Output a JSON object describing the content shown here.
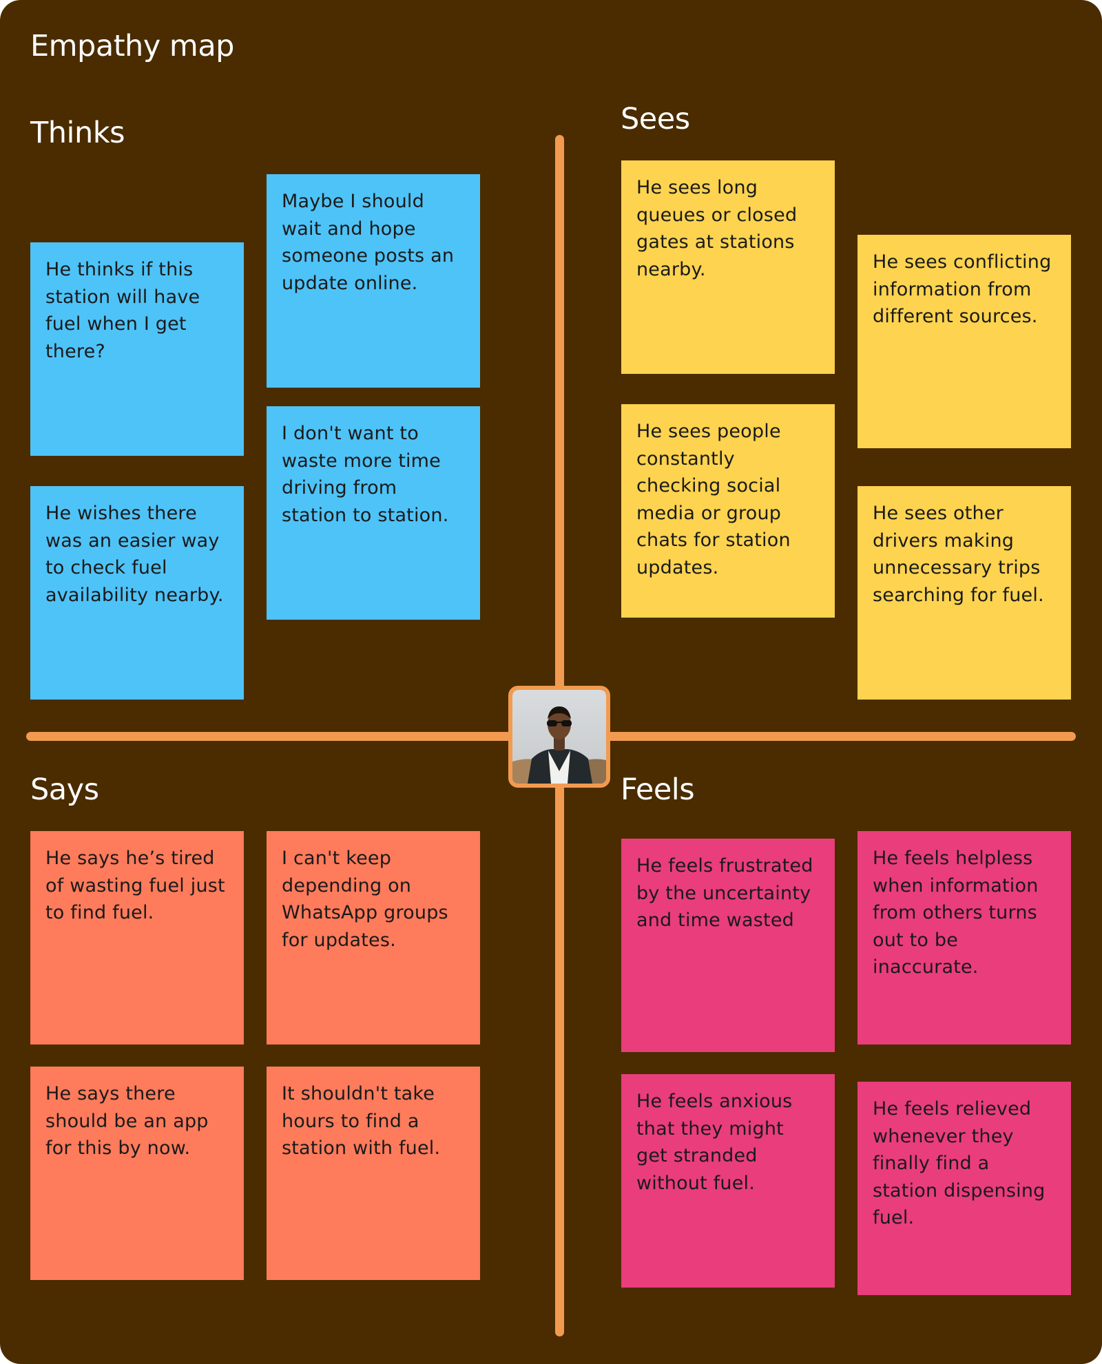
{
  "title": "Empathy map",
  "colors": {
    "background": "#4a2c00",
    "axis": "#f29b50",
    "text_light": "#ffffff",
    "thinks_note": "#4ec3f8",
    "sees_note": "#fdd34f",
    "says_note": "#fe7b5b",
    "feels_note": "#ea3d7c"
  },
  "quadrants": {
    "thinks": {
      "label": "Thinks",
      "notes": [
        "He thinks if this station will have fuel when I get there?",
        "Maybe I should wait and hope someone posts an update online.",
        "I don't want to waste more time driving from station to station.",
        "He wishes there was an easier way to check fuel availability nearby."
      ]
    },
    "sees": {
      "label": "Sees",
      "notes": [
        "He sees long queues or closed gates at stations nearby.",
        "He sees conflicting information from different sources.",
        "He sees people constantly checking social media or group chats for station updates.",
        "He sees other drivers making unnecessary trips searching for fuel."
      ]
    },
    "says": {
      "label": "Says",
      "notes": [
        "He says he’s  tired of wasting fuel just to find fuel.",
        "I can't keep depending on WhatsApp groups for updates.",
        "He says there should be an app for this by now.",
        "It shouldn't take hours to find a station with fuel."
      ]
    },
    "feels": {
      "label": "Feels",
      "notes": [
        "He feels frustrated by the uncertainty and time wasted",
        "He feels helpless when information from others turns out to be inaccurate.",
        "He feels anxious that they might get stranded without fuel.",
        "He feels relieved whenever they finally find a station dispensing fuel."
      ]
    }
  },
  "persona": {
    "icon": "persona-photo"
  }
}
